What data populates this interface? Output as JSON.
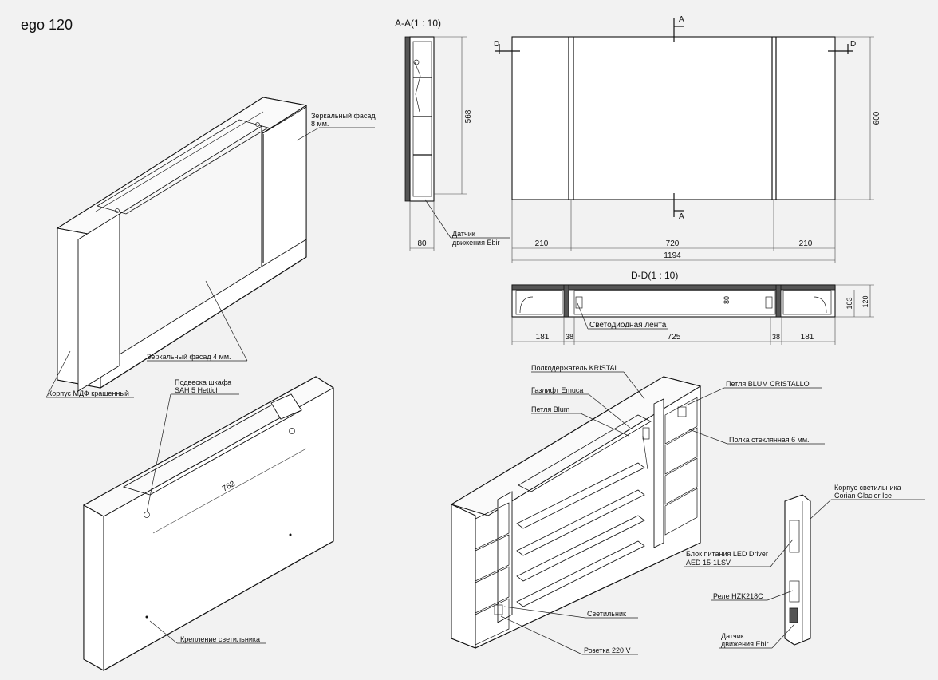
{
  "title": "ego 120",
  "section_aa": {
    "label": "A-A(1 : 10)",
    "dim_568": "568",
    "dim_80": "80",
    "sensor": [
      "Датчик",
      "движения Ebir"
    ]
  },
  "front": {
    "cut_a_top": "A",
    "cut_a_bottom": "A",
    "cut_d_left": "D",
    "cut_d_right": "D",
    "dim_600": "600",
    "dim_210_left": "210",
    "dim_720": "720",
    "dim_210_right": "210",
    "dim_1194": "1194"
  },
  "section_dd": {
    "label": "D-D(1 : 10)",
    "dim_80": "80",
    "dim_103": "103",
    "dim_120": "120",
    "dim_181_left": "181",
    "dim_38_left": "38",
    "dim_725": "725",
    "dim_38_right": "38",
    "dim_181_right": "181",
    "led_tape": "Светодиодная лента"
  },
  "iso_front": {
    "mirror_8": [
      "Зеркальный фасад",
      "8 мм."
    ],
    "mirror_4": "Зеркальный фасад 4 мм.",
    "body": "Корпус МДФ крашенный"
  },
  "iso_back": {
    "hanger": [
      "Подвеска шкафа",
      "SAH 5 Hettich"
    ],
    "dim_762": "762",
    "lamp_mount": "Крепление светильника"
  },
  "iso_open": {
    "shelf_holder": "Полкодержатель KRISTAL",
    "gas_lift": "Газлифт Emuca",
    "hinge_blum": "Петля Blum",
    "hinge_cristallo": "Петля BLUM CRISTALLO",
    "glass_shelf": "Полка стеклянная 6 мм.",
    "lamp": "Светильник",
    "socket": "Розетка 220 V"
  },
  "lamp_detail": {
    "body": [
      "Корпус светильника",
      "Corian Glacier Ice"
    ],
    "driver": [
      "Блок питания LED Driver",
      "AED 15-1LSV"
    ],
    "relay": "Реле HZK218C",
    "sensor": [
      "Датчик",
      "движения Ebir"
    ]
  }
}
